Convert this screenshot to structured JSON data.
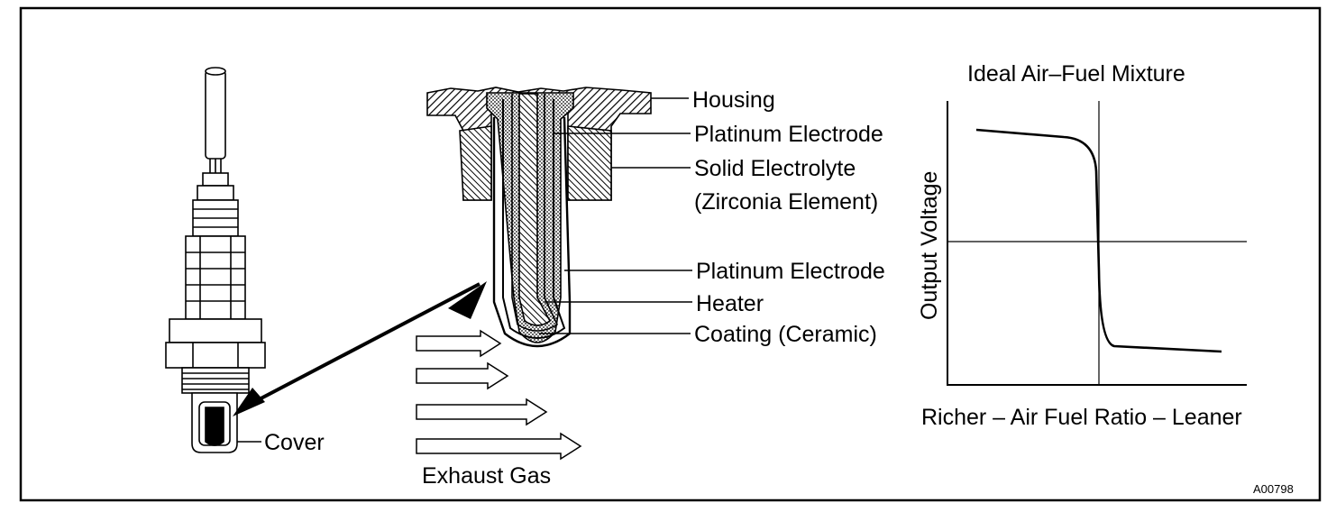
{
  "figure_code": "A00798",
  "sensor": {
    "cover_label": "Cover",
    "exhaust_label": "Exhaust Gas"
  },
  "cross_section": {
    "labels": [
      "Housing",
      "Platinum Electrode",
      "Solid Electrolyte",
      "(Zirconia Element)",
      "Platinum Electrode",
      "Heater",
      "Coating (Ceramic)"
    ]
  },
  "graph": {
    "title": "Ideal Air–Fuel Mixture",
    "ylabel": "Output Voltage",
    "xlabel": "Richer – Air Fuel Ratio – Leaner",
    "curve": "output voltage high on the rich side, drops sharply at the ideal air-fuel ratio, low on the lean side"
  },
  "colors": {
    "ink": "#000000",
    "paper": "#ffffff"
  }
}
